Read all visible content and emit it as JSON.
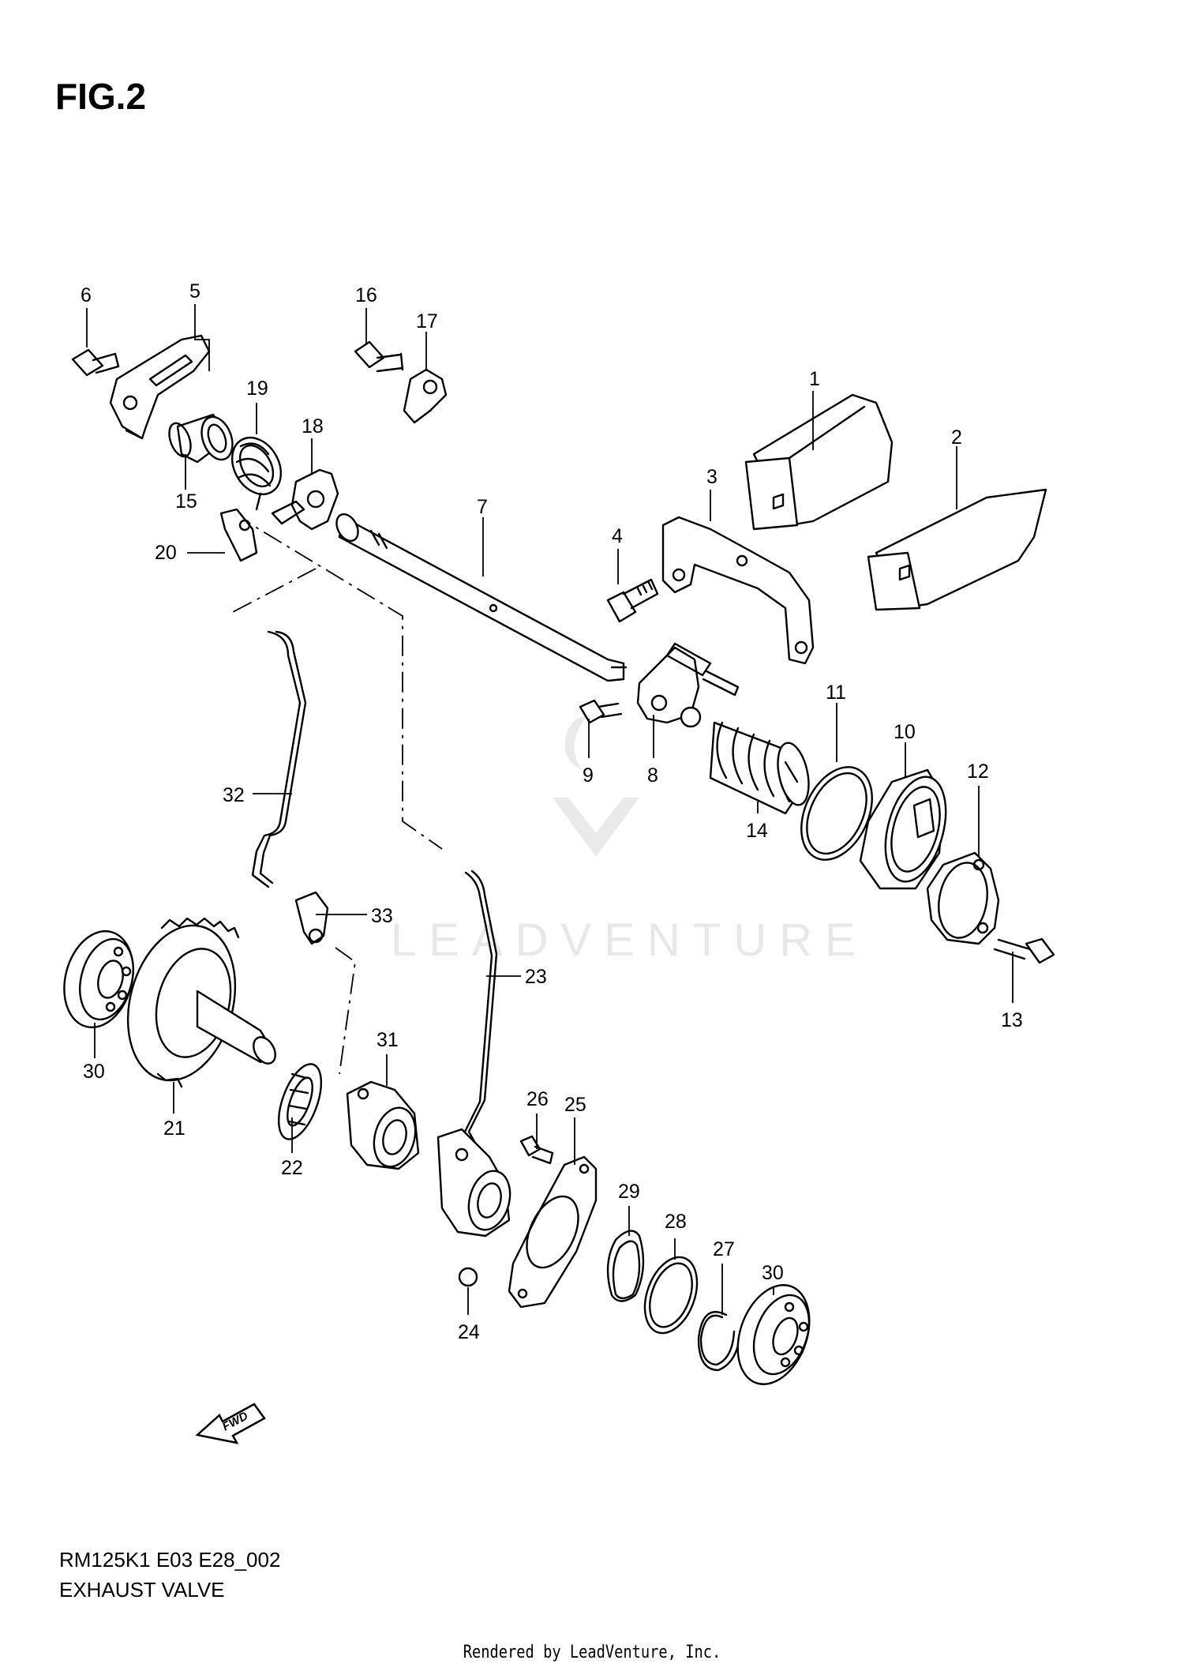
{
  "figure": {
    "title": "FIG.2",
    "model_code": "RM125K1 E03 E28_002",
    "assembly_name": "EXHAUST VALVE"
  },
  "footer": {
    "rendered_by": "Rendered by LeadVenture, Inc."
  },
  "watermark": {
    "text": "LEADVENTURE"
  },
  "fwd_arrow": {
    "label": "FWD"
  },
  "callouts": {
    "c1": "1",
    "c2": "2",
    "c3": "3",
    "c4": "4",
    "c5": "5",
    "c6": "6",
    "c7": "7",
    "c8": "8",
    "c9": "9",
    "c10": "10",
    "c11": "11",
    "c12": "12",
    "c13": "13",
    "c14": "14",
    "c15": "15",
    "c16": "16",
    "c17": "17",
    "c18": "18",
    "c19": "19",
    "c20": "20",
    "c21": "21",
    "c22": "22",
    "c23": "23",
    "c24": "24",
    "c25": "25",
    "c26": "26",
    "c27": "27",
    "c28": "28",
    "c29": "29",
    "c30a": "30",
    "c30b": "30",
    "c31": "31",
    "c32": "32",
    "c33": "33"
  }
}
